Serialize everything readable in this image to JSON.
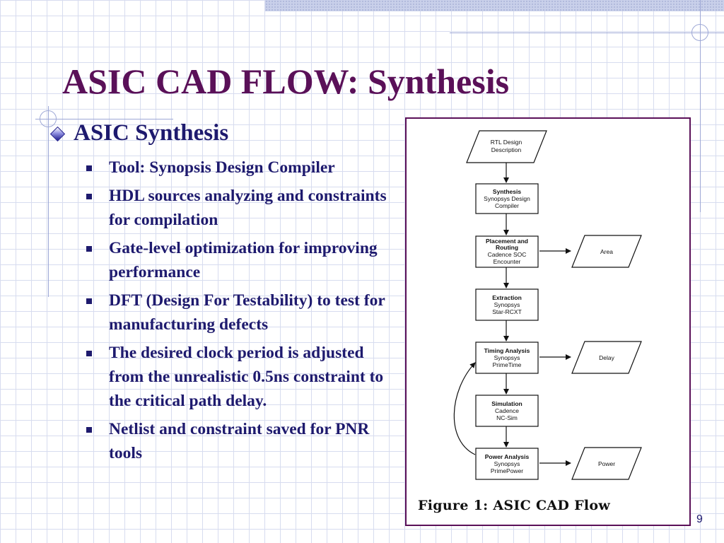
{
  "slide": {
    "title": "ASIC CAD FLOW: Synthesis",
    "heading": "ASIC Synthesis",
    "bullets": [
      "Tool: Synopsis Design Compiler",
      "HDL sources analyzing and constraints for compilation",
      "Gate-level optimization for improving performance",
      "DFT (Design For Testability) to test for manufacturing defects",
      "The desired clock period is adjusted from the unrealistic 0.5ns constraint to the critical path delay.",
      "Netlist and constraint saved for PNR tools"
    ],
    "page_number": "9"
  },
  "figure": {
    "caption": "Figure 1:  ASIC CAD Flow",
    "nodes": {
      "rtl": [
        "RTL Design",
        "Description"
      ],
      "synthesis": [
        "Synthesis",
        "Synopsys Design",
        "Compiler"
      ],
      "placement": [
        "Placement and",
        "Routing",
        "Cadence SOC",
        "Encounter"
      ],
      "extraction": [
        "Extraction",
        "Synopsys",
        "Star-RCXT"
      ],
      "timing": [
        "Timing Analysis",
        "Synopsys",
        "PrimeTime"
      ],
      "simulation": [
        "Simulation",
        "Cadence",
        "NC-Sim"
      ],
      "power": [
        "Power Analysis",
        "Synopsys",
        "PrimePower"
      ]
    },
    "outputs": {
      "area": "Area",
      "delay": "Delay",
      "power": "Power"
    }
  },
  "colors": {
    "title": "#5a1058",
    "body_text": "#1e1a6e",
    "figure_border": "#5a1058"
  }
}
